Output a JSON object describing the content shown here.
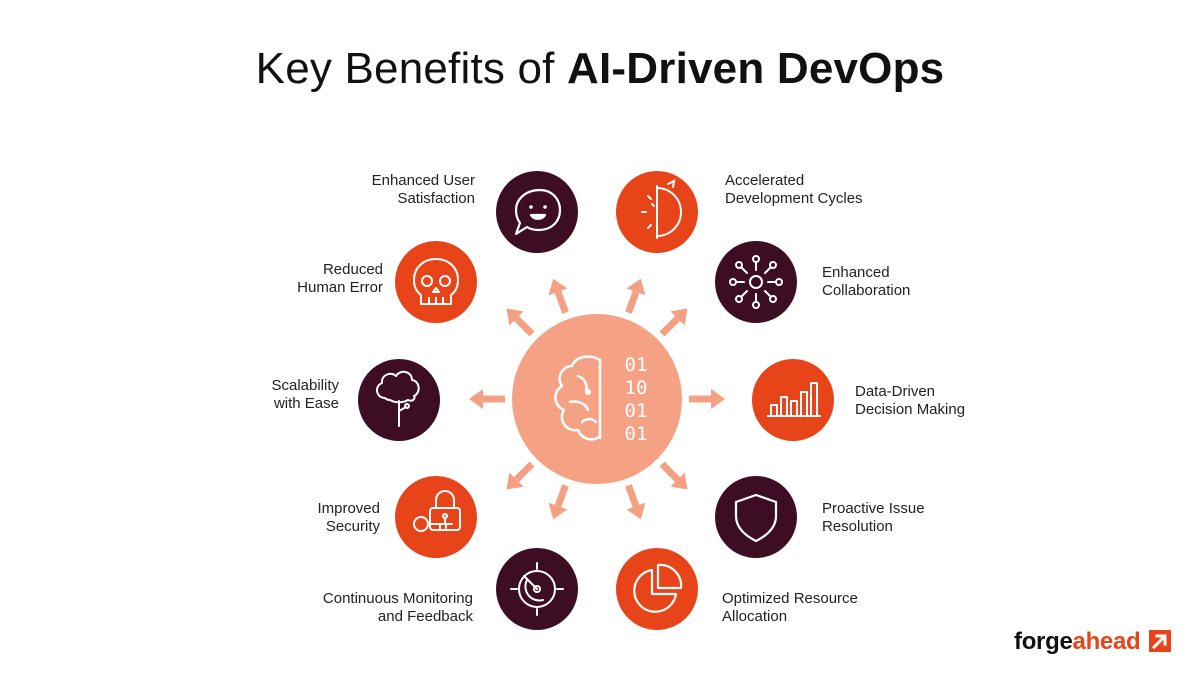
{
  "title": {
    "regular": "Key Benefits of ",
    "bold": "AI-Driven DevOps"
  },
  "colors": {
    "orange": "#e8441a",
    "dark": "#3d0d24",
    "center": "#f4a184",
    "arrow": "#f3a083"
  },
  "center": {
    "icon": "brain-binary-icon",
    "binary": [
      "01",
      "10",
      "01",
      "01"
    ]
  },
  "benefits": [
    {
      "label": "Accelerated\nDevelopment Cycles",
      "icon": "half-clock-icon"
    },
    {
      "label": "Enhanced\nCollaboration",
      "icon": "network-hub-icon"
    },
    {
      "label": "Data-Driven\nDecision Making",
      "icon": "bar-chart-icon"
    },
    {
      "label": "Proactive Issue\nResolution",
      "icon": "shield-icon"
    },
    {
      "label": "Optimized Resource\nAllocation",
      "icon": "pie-chart-icon"
    },
    {
      "label": "Continuous Monitoring\nand Feedback",
      "icon": "radar-icon"
    },
    {
      "label": "Improved\nSecurity",
      "icon": "key-lock-icon"
    },
    {
      "label": "Scalability\nwith Ease",
      "icon": "tree-cloud-icon"
    },
    {
      "label": "Reduced\nHuman Error",
      "icon": "skull-icon"
    },
    {
      "label": "Enhanced User\nSatisfaction",
      "icon": "chat-smile-icon"
    }
  ],
  "logo": {
    "part1": "forge",
    "part2": "ahead"
  }
}
